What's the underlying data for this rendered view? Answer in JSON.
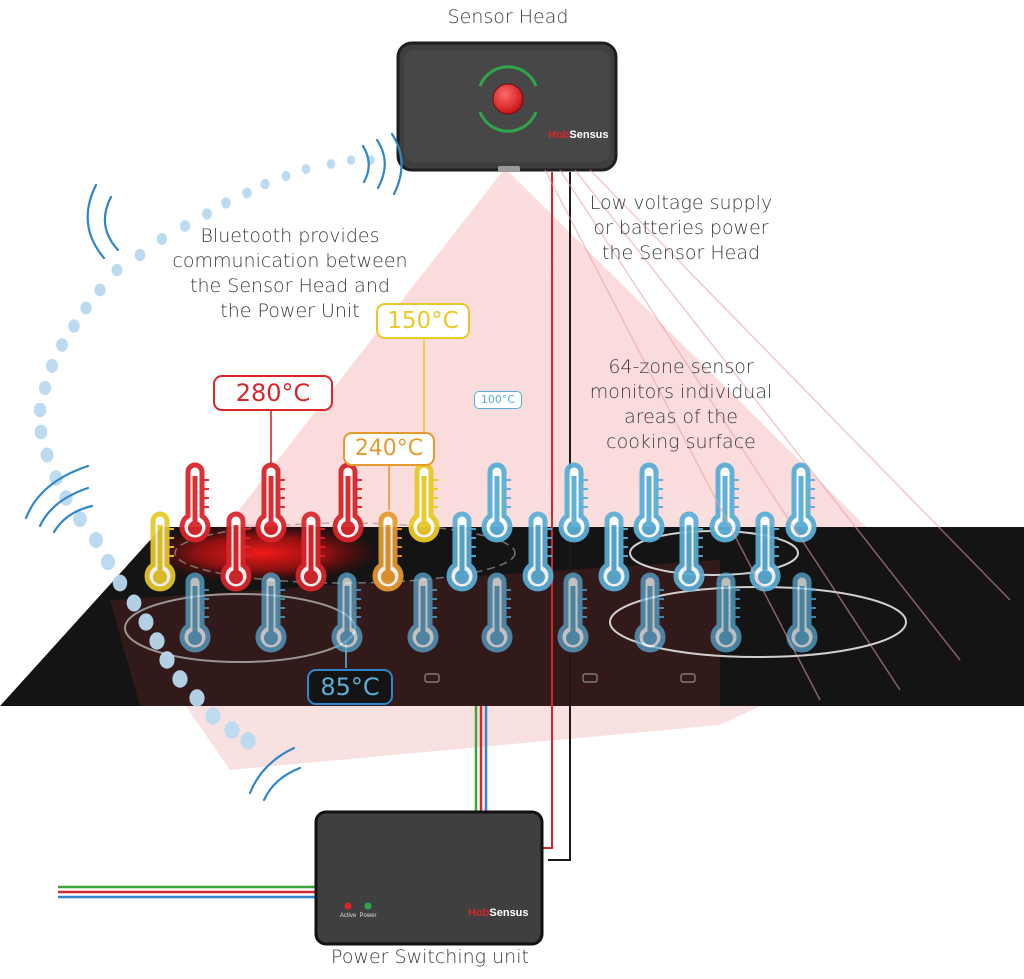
{
  "labels": {
    "sensor_head": "Sensor Head",
    "power_unit": "Power Switching unit",
    "bluetooth": "Bluetooth provides\ncommunication between\nthe Sensor Head and\nthe Power Unit",
    "supply": "Low voltage supply\nor batteries power\nthe Sensor Head",
    "zones": "64-zone sensor\nmonitors individual\nareas of the\ncooking surface"
  },
  "temperatures": {
    "t280": "280°C",
    "t150": "150°C",
    "t240": "240°C",
    "t100": "100°C",
    "t85": "85°C"
  },
  "brand": {
    "logo_part1": "Hob",
    "logo_part2": "Sensus"
  },
  "power_unit_indicators": {
    "active": "Active",
    "power": "Power"
  },
  "colors": {
    "hot_red": "#d7262c",
    "warm_orange": "#e69a2e",
    "yellow": "#e8c928",
    "cool_blue": "#5aaed6",
    "device_body": "#3f3f3f",
    "hob_surface": "#141414",
    "sensor_beam": "#f6c6c6",
    "led_green": "#2fa64a"
  }
}
